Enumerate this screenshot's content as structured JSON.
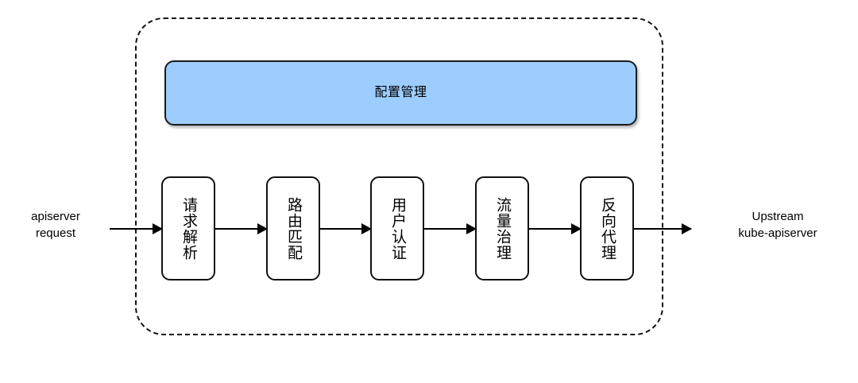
{
  "diagram": {
    "boundary": {
      "name": "gateway-boundary",
      "style": "dashed"
    },
    "config_bar": {
      "label": "配置管理",
      "color": "#9CCDFE",
      "border_color": "#1a1a1a"
    },
    "stages": [
      {
        "label": "请求解析"
      },
      {
        "label": "路由匹配"
      },
      {
        "label": "用户认证"
      },
      {
        "label": "流量治理"
      },
      {
        "label": "反向代理"
      }
    ],
    "input": {
      "line1": "apiserver",
      "line2": "request"
    },
    "output": {
      "line1": "Upstream",
      "line2": "kube-apiserver"
    },
    "connectors": {
      "arrow_color": "#000000"
    }
  }
}
